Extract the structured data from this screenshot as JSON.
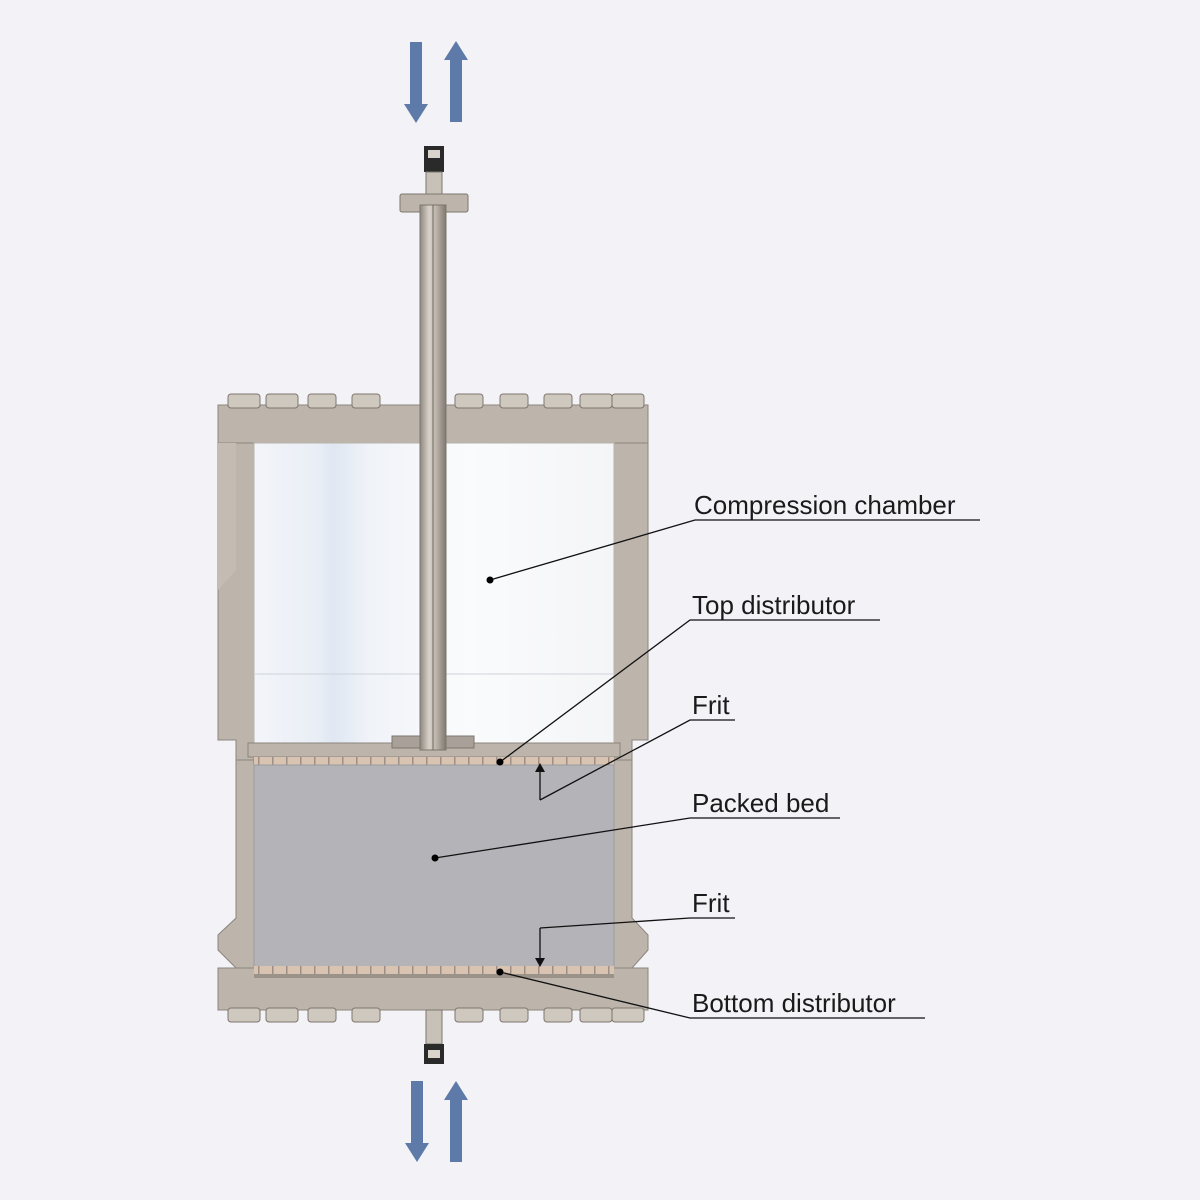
{
  "labels": {
    "compression_chamber": "Compression chamber",
    "top_distributor": "Top distributor",
    "frit_top": "Frit",
    "packed_bed": "Packed bed",
    "frit_bottom": "Frit",
    "bottom_distributor": "Bottom distributor"
  },
  "colors": {
    "background": "#f2f2f7",
    "flow_arrow": "#5e7aa8",
    "steel": "#bdb5ac",
    "steel_dark": "#8c857d",
    "chamber": "#f7f8fb",
    "packed_bed": "#b4b4b8",
    "frit": "#d6c0ad"
  },
  "icons": {
    "flow_in": "arrow-down-icon",
    "flow_out": "arrow-up-icon"
  }
}
